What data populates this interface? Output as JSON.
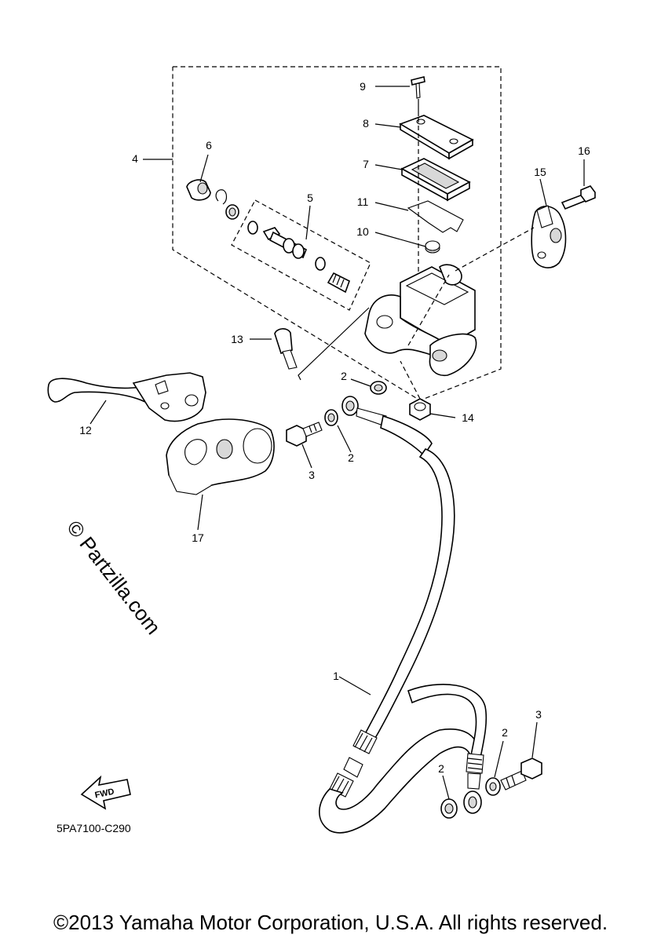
{
  "diagram": {
    "callouts": {
      "c1": "1",
      "c2a": "2",
      "c2b": "2",
      "c2c": "2",
      "c2d": "2",
      "c3a": "3",
      "c3b": "3",
      "c4": "4",
      "c5": "5",
      "c6": "6",
      "c7": "7",
      "c8": "8",
      "c9": "9",
      "c10": "10",
      "c11": "11",
      "c12": "12",
      "c13": "13",
      "c14": "14",
      "c15": "15",
      "c16": "16",
      "c17": "17"
    },
    "fwd_label": "FWD",
    "diagram_code": "5PA7100-C290",
    "watermark": "© Partzilla.com"
  },
  "footer": {
    "copyright": "©2013 Yamaha Motor Corporation, U.S.A. All rights reserved."
  }
}
